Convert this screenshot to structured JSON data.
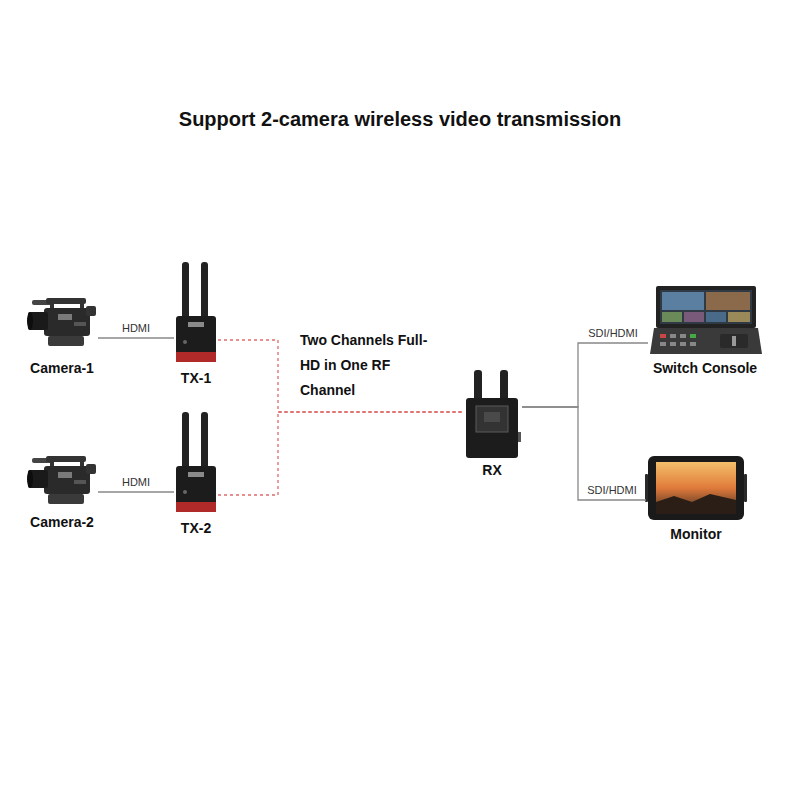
{
  "diagram": {
    "title": "Support 2-camera wireless video transmission",
    "nodes": [
      {
        "text": [
          "Camera-1"
        ]
      },
      {
        "text": [
          "TX-1"
        ]
      },
      {
        "text": [
          "Camera-2"
        ]
      },
      {
        "text": [
          "TX-2"
        ]
      },
      {
        "text": [
          "RX"
        ]
      },
      {
        "text": [
          "Switch Console"
        ]
      },
      {
        "text": [
          "Monitor"
        ]
      }
    ],
    "edges": [
      {
        "from": 0,
        "to": 1,
        "label": "HDMI",
        "arrow": "none"
      },
      {
        "from": 2,
        "to": 3,
        "label": "HDMI",
        "arrow": "none"
      },
      {
        "from": 1,
        "to": 4,
        "arrow": "none"
      },
      {
        "from": 3,
        "to": 4,
        "arrow": "none"
      },
      {
        "from": 4,
        "to": 5,
        "label": "SDI/HDMI",
        "arrow": "none"
      },
      {
        "from": 4,
        "to": 6,
        "label": "SDI/HDMI",
        "arrow": "none"
      }
    ],
    "labels": [
      "Two Channels Full-HD in One RF Channel"
    ]
  }
}
